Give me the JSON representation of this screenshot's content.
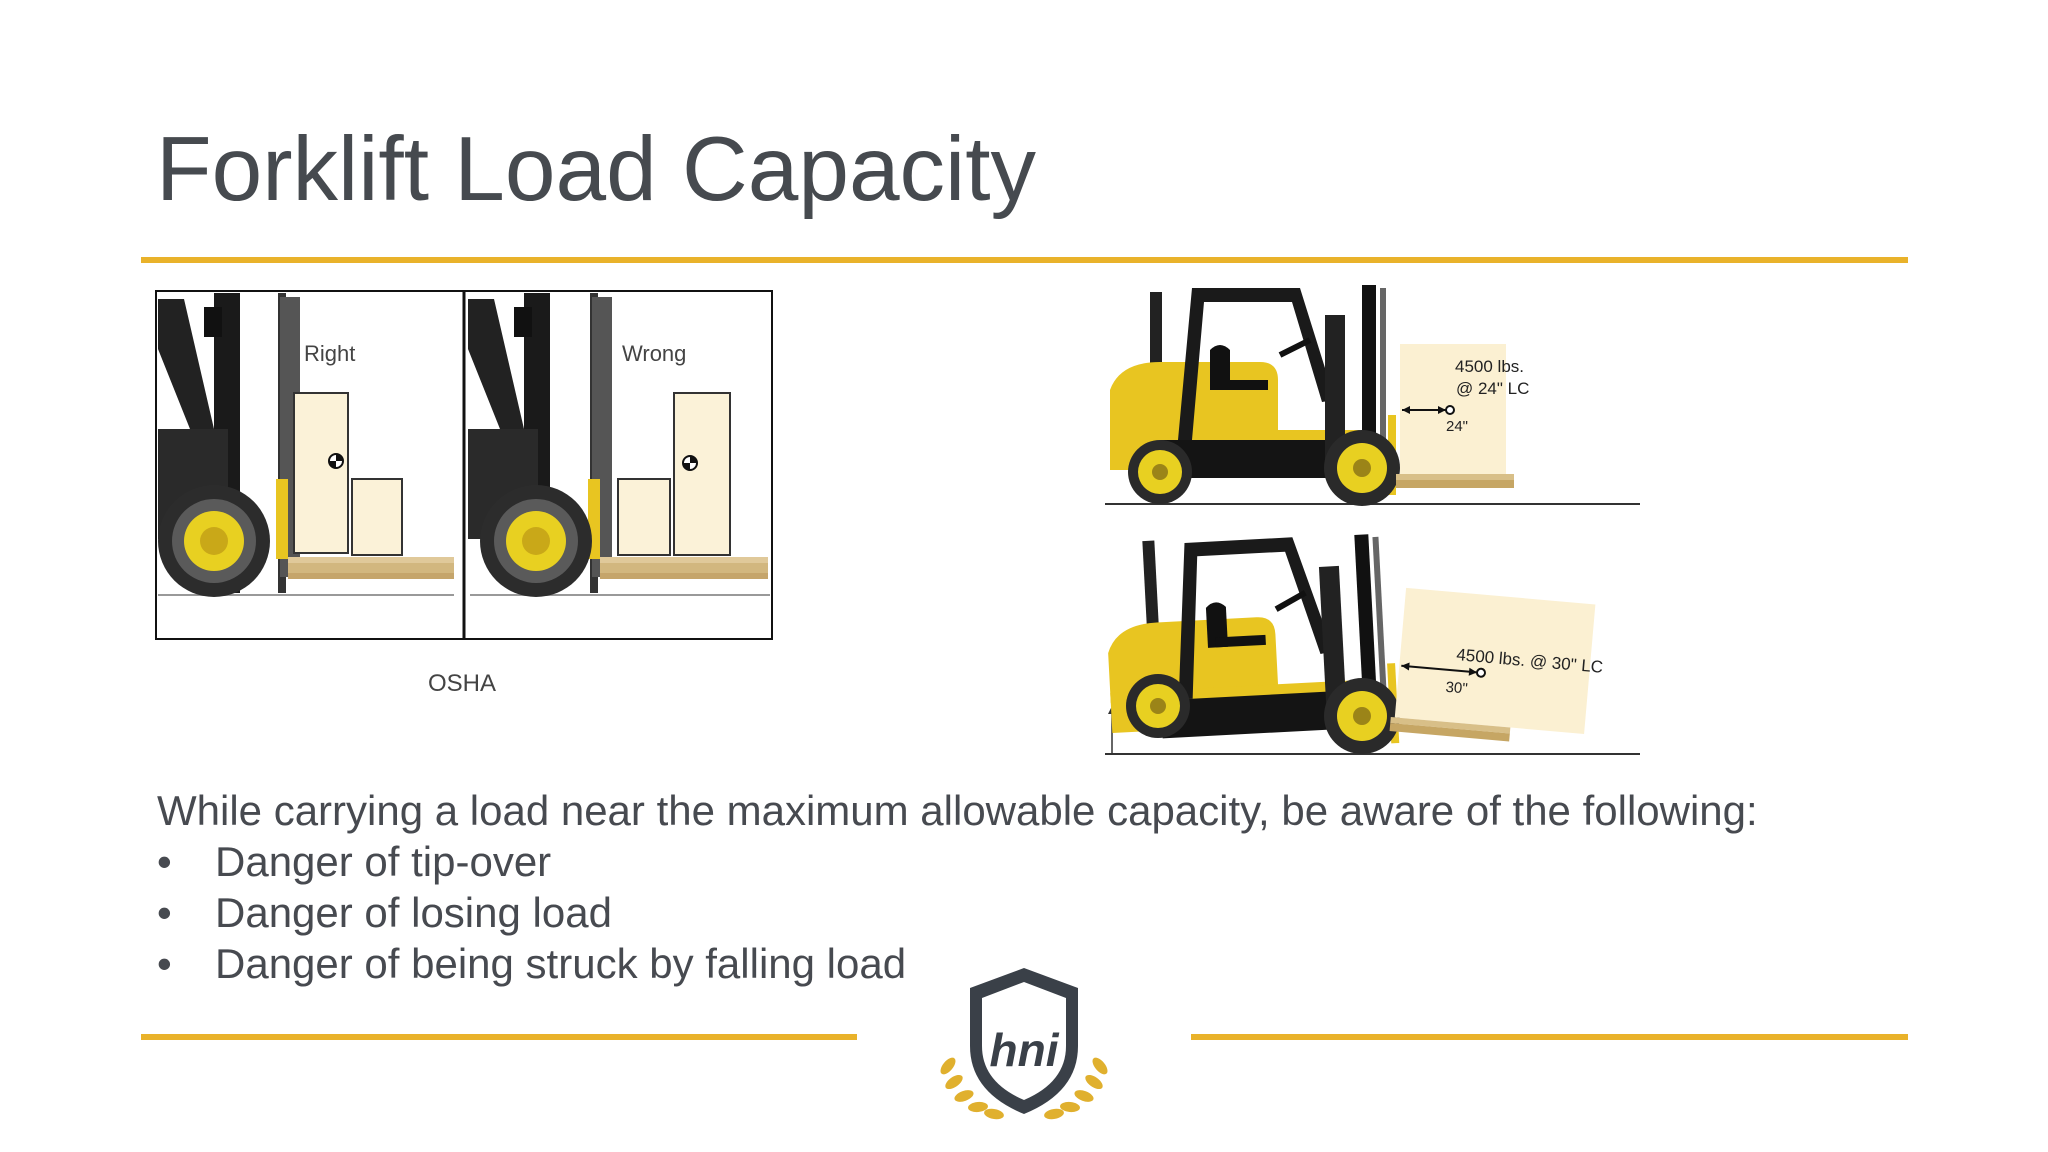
{
  "slide": {
    "title": "Forklift Load Capacity",
    "accent_color": "#e9b22a",
    "text_color": "#474a50"
  },
  "left_figure": {
    "right_label": "Right",
    "wrong_label": "Wrong",
    "caption": "OSHA"
  },
  "right_figure": {
    "top_label_line1": "4500 lbs.",
    "top_label_line2": "@ 24\" LC",
    "top_dimension": "24\"",
    "bottom_label": "4500 lbs. @ 30\" LC",
    "bottom_dimension": "30\""
  },
  "body": {
    "intro": "While carrying a load near the maximum allowable capacity, be aware of the following:",
    "bullet_char": "•",
    "bullets": [
      "Danger of tip-over",
      "Danger of losing load",
      "Danger of being struck by falling load"
    ]
  },
  "logo": {
    "text": "hni",
    "icon": "shield-laurel-logo"
  }
}
